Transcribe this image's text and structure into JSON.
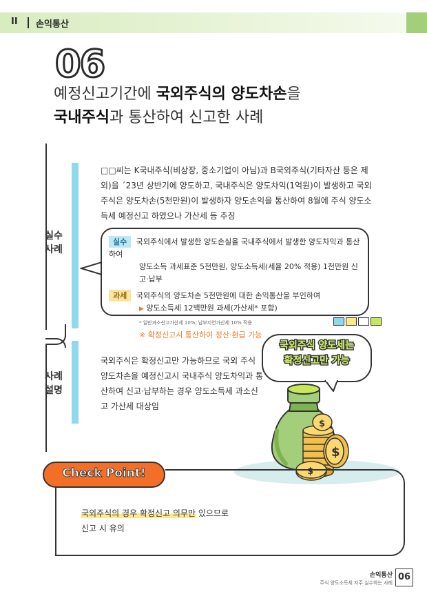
{
  "header": {
    "part_number": "II",
    "section": "손익통산"
  },
  "case": {
    "number": "06",
    "title_line1_plain": "예정신고기간에 ",
    "title_line1_bold": "국외주식의 양도차손",
    "title_line1_tail": "을",
    "title_line2_bold": "국내주식",
    "title_line2_tail": "과 통산하여 신고한 사례"
  },
  "example": {
    "label_line1": "실수",
    "label_line2": "사례",
    "description": "□□씨는 K국내주식(비상장, 중소기업이 아님)과 B국외주식(기타자산 등은 제외)을 ´23년 상반기에 양도하고, 국내주식은 양도차익(1억원)이 발생하고 국외주식은 양도차손(5천만원)이 발생하자 양도손익을 통산하여 8월에 주식 양도소득세 예정신고 하였으나 가산세 등 추징",
    "mistake_tag": "실수",
    "mistake_text1": "국외주식에서 발생한 양도손실을 국내주식에서 발생한 양도차익과 통산하여",
    "mistake_text2": "양도소득 과세표준 5천만원, 양도소득세(세율 20% 적용) 1천만원 신고·납부",
    "tax_tag": "과세",
    "tax_text1": "국외주식의 양도차손 5천만원에 대한 손익통산을 부인하여",
    "tax_text2": "양도소득세 12백만원 과세(가산세* 포함)",
    "tax_note": "* 일반과소신고가산세 10%, 납부지연가산세 10% 적용",
    "tax_accent": "※ 확정신고시 통산하여 정산·환급 가능"
  },
  "explanation": {
    "label_line1": "사례",
    "label_line2": "설명",
    "text": "국외주식은 확정신고만 가능하므로 국외 주식 양도차손을 예정신고시 국내주식 양도차익과 통산하여 신고·납부하는 경우 양도소득세 과소신고 가산세 대상임",
    "bubble_line1": "국외주식 양도세는",
    "bubble_line2": "확정신고만 가능"
  },
  "checkpoint": {
    "label": "Check Point!",
    "highlight": "국외주식의 경우 확정신고 의무만",
    "text_tail": " 있으므로",
    "text_line2": "신고 시 유의"
  },
  "footer": {
    "title": "손익통산",
    "subtitle": "주식 양도소득세 자주 실수하는 사례",
    "page": "06"
  },
  "colors": {
    "accent_orange": "#f36f28",
    "cyan": "#8fd9ec",
    "green": "#a4cf7a",
    "lime": "#c7e85a"
  }
}
